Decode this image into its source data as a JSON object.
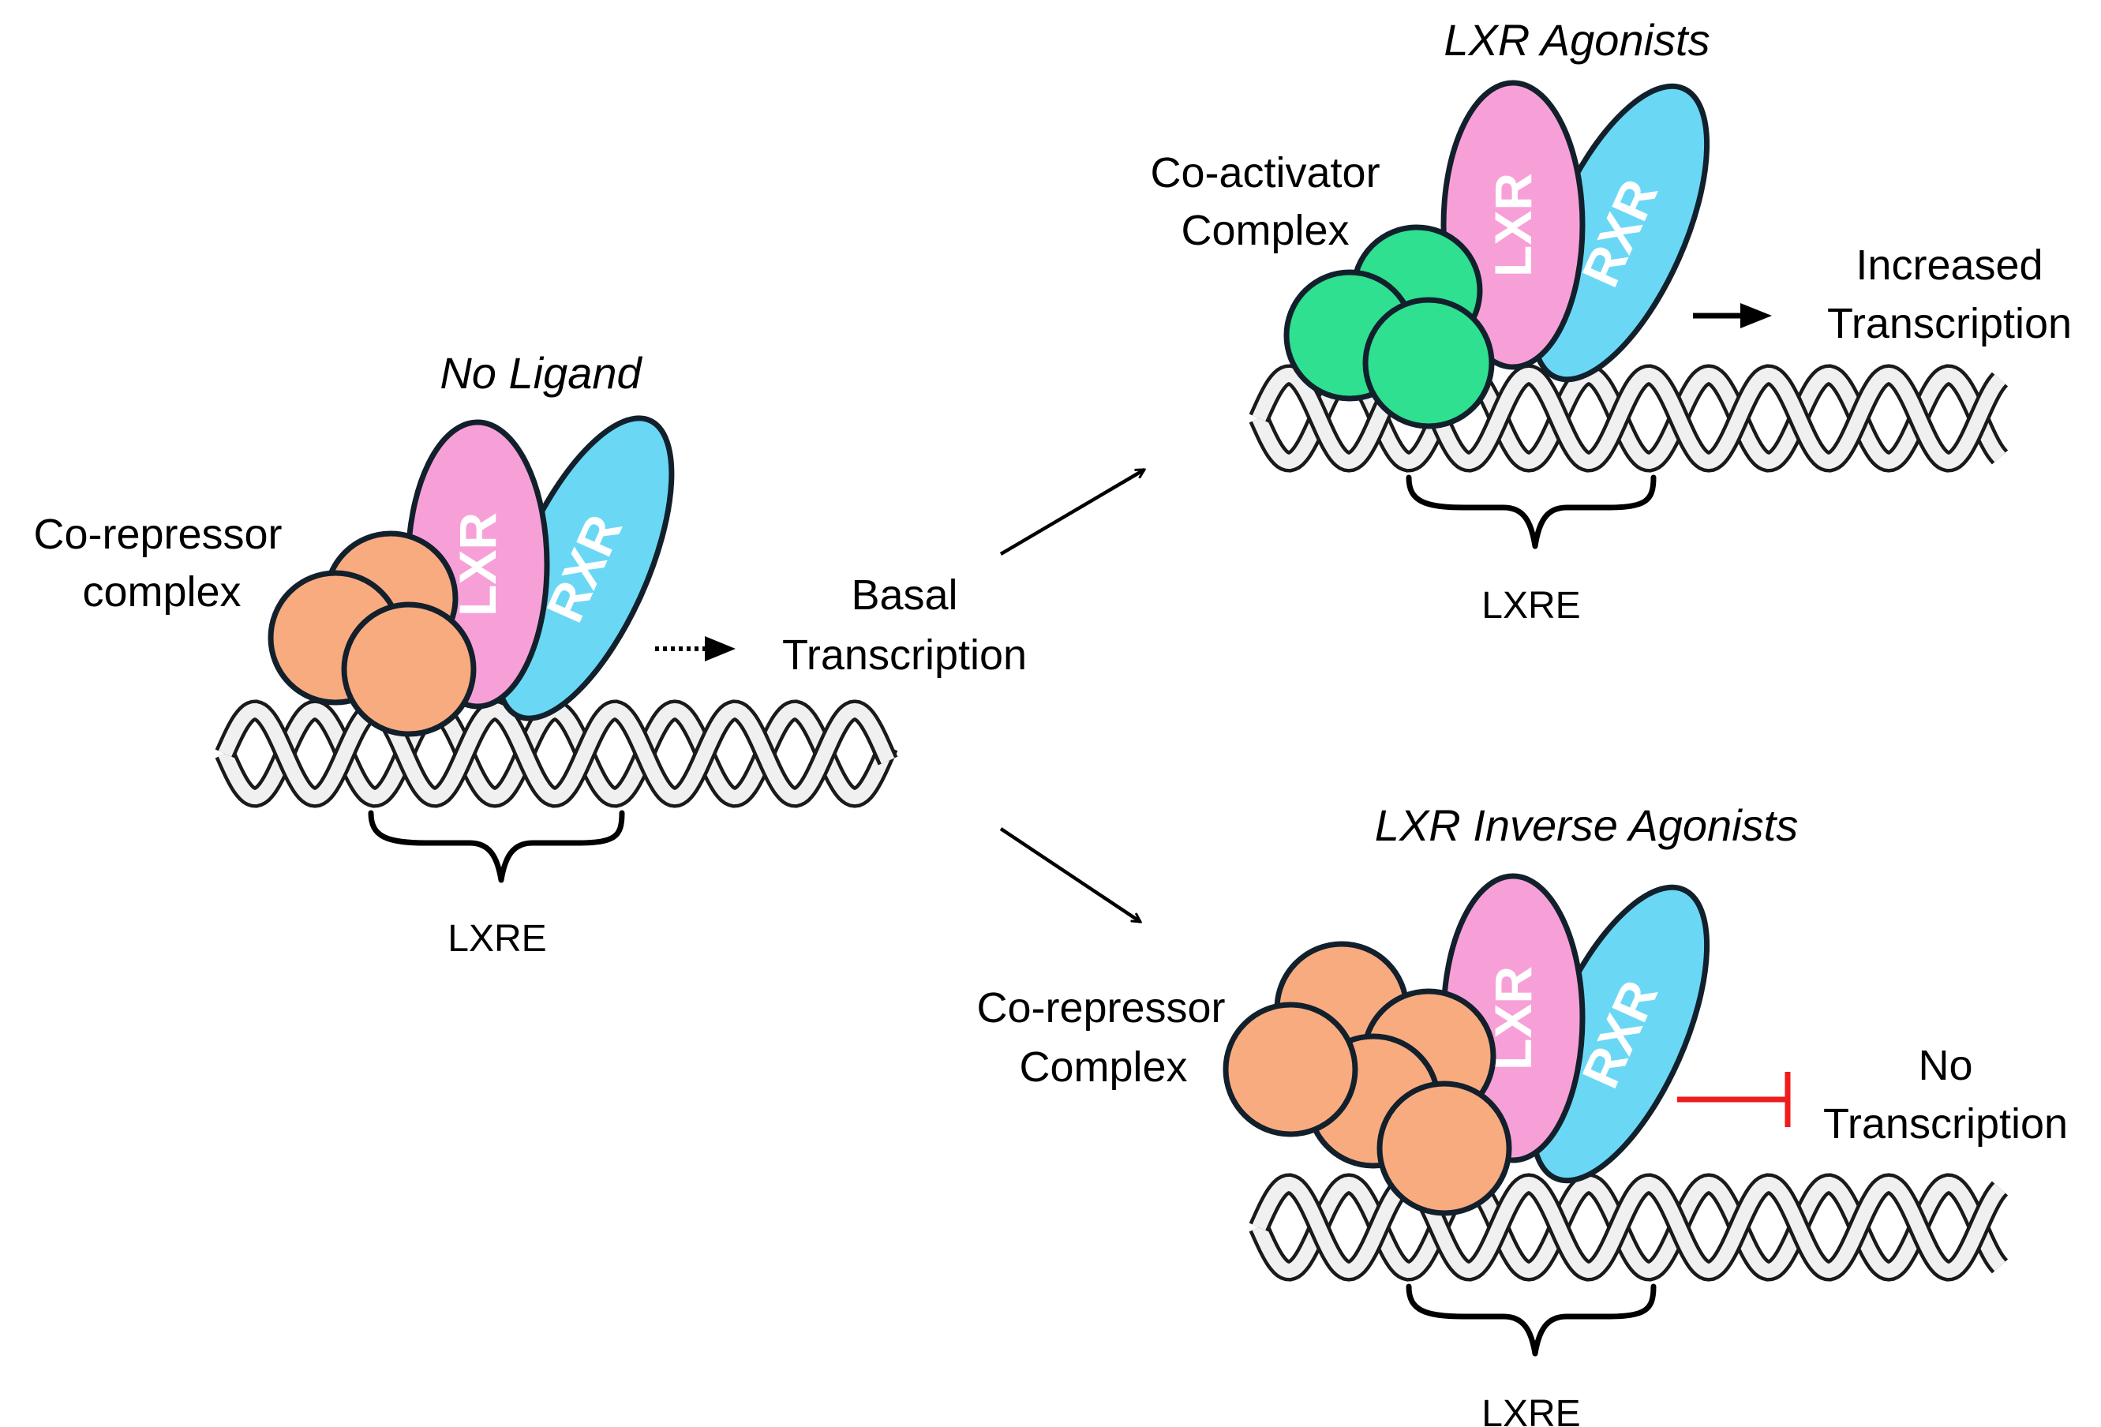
{
  "colors": {
    "lxr": "#f7a0d8",
    "rxr": "#6ad8f5",
    "corepressor": "#f9ab80",
    "coactivator": "#2ee090",
    "inhibit": "#ee1c1c",
    "outline": "#12202c",
    "dna_strand": "#efefef",
    "dna_outline": "#1a1a1a"
  },
  "protein_labels": {
    "lxr": "LXR",
    "rxr": "RXR"
  },
  "panel_no_ligand": {
    "title": "No Ligand",
    "complex_label": [
      "Co-repressor",
      "complex"
    ],
    "element_label": "LXRE",
    "output_label": [
      "Basal",
      "Transcription"
    ]
  },
  "panel_agonist": {
    "title": "LXR Agonists",
    "complex_label": [
      "Co-activator",
      "Complex"
    ],
    "element_label": "LXRE",
    "output_label": [
      "Increased",
      "Transcription"
    ]
  },
  "panel_inverse": {
    "title": "LXR Inverse Agonists",
    "complex_label": [
      "Co-repressor",
      "Complex"
    ],
    "element_label": "LXRE",
    "output_label": [
      "No",
      "Transcription"
    ]
  },
  "icons": {
    "dna": "double-helix-icon",
    "dotted_arrow": "dotted-arrow-icon",
    "solid_arrow": "arrow-icon",
    "inhibition": "inhibition-bar-icon"
  }
}
